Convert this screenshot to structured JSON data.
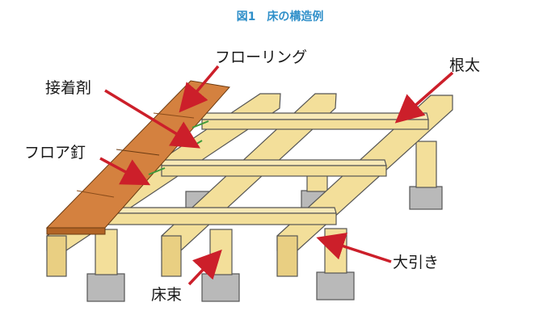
{
  "diagram": {
    "title": "図1　床の構造例",
    "labels": {
      "flooring": "フローリング",
      "adhesive": "接着剤",
      "floor_nail": "フロア釘",
      "joist": "根太",
      "beam": "大引き",
      "post": "床束"
    }
  },
  "colors": {
    "title": "#2f8fc9",
    "arrow": "#cc1f2a",
    "wood": "#f3df9a",
    "wood_shade": "#d9b96a",
    "flooring": "#d4813f",
    "concrete": "#b9b9b9",
    "nail": "#3f9a3a"
  }
}
